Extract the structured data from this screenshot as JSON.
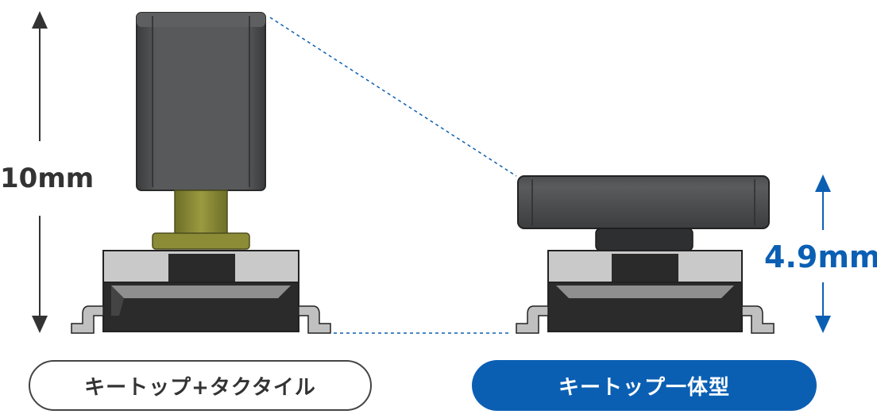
{
  "left_product": {
    "height_label": "10mm",
    "caption": "キートップ+タクタイル"
  },
  "right_product": {
    "height_label": "4.9mm",
    "caption": "キートップ一体型"
  },
  "colors": {
    "accent_blue": "#0b5fb3",
    "dark_text": "#333333",
    "keycap_dark": "#4a4b4d",
    "stem_olive": "#8a8a36",
    "switch_gray": "#c8c8c8"
  }
}
